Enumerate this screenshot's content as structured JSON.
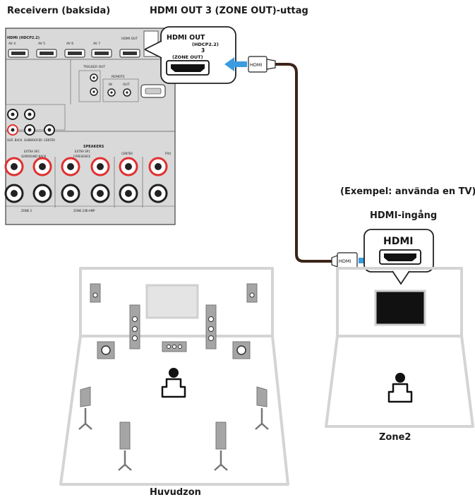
{
  "labels": {
    "receiver_rear": "Receivern (baksida)",
    "hdmi_out_jack": "HDMI OUT 3 (ZONE OUT)-uttag",
    "example_tv": "(Exempel: använda en TV)",
    "hdmi_input": "HDMI-ingång",
    "zone2": "Zone2",
    "main_zone": "Huvudzon"
  },
  "callout_out": {
    "line1": "HDMI OUT",
    "line2": "(HDCP2.2)",
    "line3": "3",
    "line4": "(ZONE OUT)"
  },
  "callout_in": {
    "label": "HDMI"
  },
  "cable": {
    "plug_label_top": "HDMI",
    "plug_label_bottom": "HDMI"
  },
  "receiver_panel": {
    "hdmi_header": "HDMI (HDCP2.2)",
    "av_inputs": [
      "AV 4",
      "AV 5",
      "AV 6",
      "AV 7"
    ],
    "hdmi_out_small": "HDMI OUT",
    "trigger": "TRIGGER OUT",
    "remote": "REMOTE",
    "remote_in": "IN",
    "remote_out": "OUT",
    "speakers": "SPEAKERS",
    "surround_back": "SURROUND BACK",
    "presence": "F.PRESENCE",
    "center": "CENTER",
    "front": "FRO",
    "extra_sp1": "EXTRA SP1",
    "extra_sp2": "EXTRA SP2",
    "zone2_label": "ZONE 2",
    "zone2_bi_amp": "ZONE 2/BI-AMP",
    "sur_back": "SUR. BACK",
    "subwoofer": "SUBWOOFER",
    "center_pre": "CENTER"
  },
  "colors": {
    "arrow": "#3a9be0",
    "cable": "#3b2418",
    "room_border": "#d4d4d4",
    "panel": "#d9d9d9",
    "red_terminal": "#e03030"
  }
}
